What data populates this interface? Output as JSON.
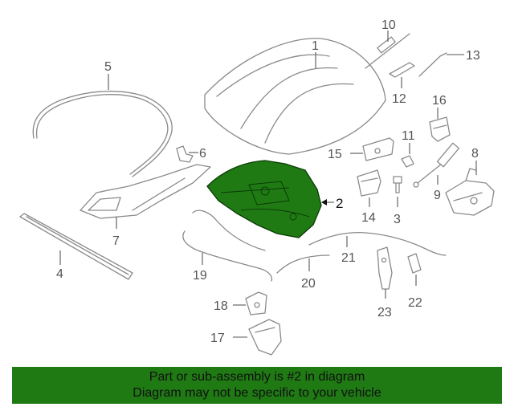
{
  "diagram": {
    "highlighted_part": "2",
    "highlight_color": "#1f7a14",
    "callouts": {
      "c1": "1",
      "c2": "2",
      "c3": "3",
      "c4": "4",
      "c5": "5",
      "c6": "6",
      "c7": "7",
      "c8": "8",
      "c9": "9",
      "c10": "10",
      "c11": "11",
      "c12": "12",
      "c13": "13",
      "c14": "14",
      "c15": "15",
      "c16": "16",
      "c17": "17",
      "c18": "18",
      "c19": "19",
      "c20": "20",
      "c21": "21",
      "c22": "22",
      "c23": "23"
    }
  },
  "banner": {
    "line1": "Part or sub-assembly is #2 in diagram",
    "line2": "Diagram may not be specific to your vehicle",
    "background": "#1f7a14"
  }
}
